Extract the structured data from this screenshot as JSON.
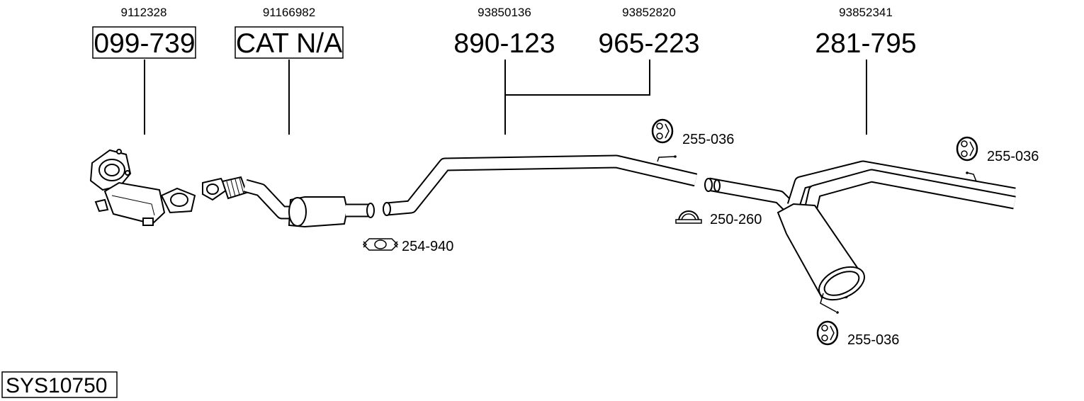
{
  "diagram": {
    "system_code": "SYS10750",
    "callouts": [
      {
        "oem": "9112328",
        "part": "099-739",
        "boxed": true
      },
      {
        "oem": "91166982",
        "part": "CAT N/A",
        "boxed": true
      },
      {
        "oem": "93850136",
        "part": "890-123",
        "boxed": false
      },
      {
        "oem": "93852820",
        "part": "965-223",
        "boxed": false
      },
      {
        "oem": "93852341",
        "part": "281-795",
        "boxed": false
      }
    ],
    "accessories": [
      {
        "part": "255-036",
        "icon": "rubber-hanger-icon"
      },
      {
        "part": "255-036",
        "icon": "rubber-hanger-icon"
      },
      {
        "part": "250-260",
        "icon": "u-bolt-clamp-icon"
      },
      {
        "part": "254-940",
        "icon": "band-clamp-icon"
      },
      {
        "part": "255-036",
        "icon": "rubber-hanger-icon"
      }
    ]
  }
}
